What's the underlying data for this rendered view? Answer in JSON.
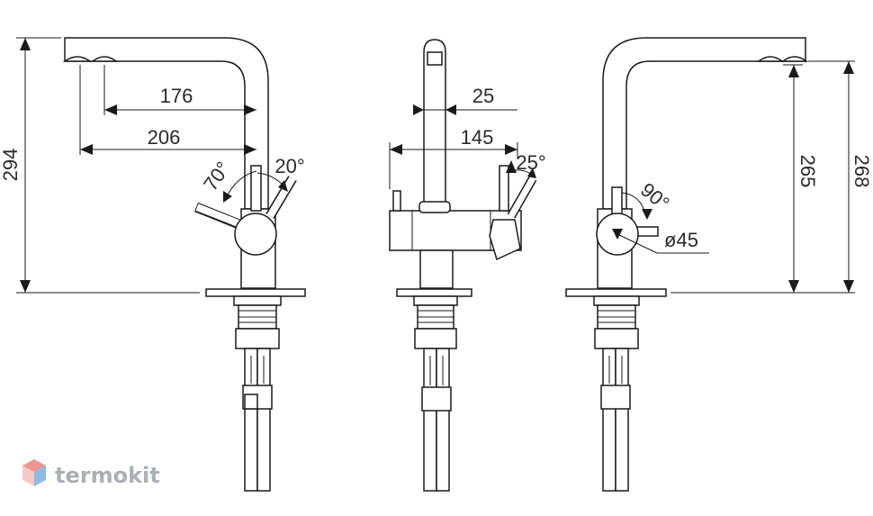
{
  "dimensions": {
    "side_left": {
      "height_total": "294",
      "spout_reach_inner": "176",
      "spout_reach_outer": "206",
      "lever_angle_back": "70°",
      "lever_angle_front": "20°"
    },
    "front": {
      "spout_offset": "25",
      "body_width": "145",
      "lever_angle": "25°"
    },
    "side_right": {
      "outlet_height": "265",
      "body_height": "268",
      "lever_angle": "90°",
      "body_diameter": "ø45"
    }
  },
  "watermark": {
    "brand": "termokit",
    "colors": [
      "#e8706b",
      "#6aa3d9",
      "#f3b6b2"
    ]
  }
}
